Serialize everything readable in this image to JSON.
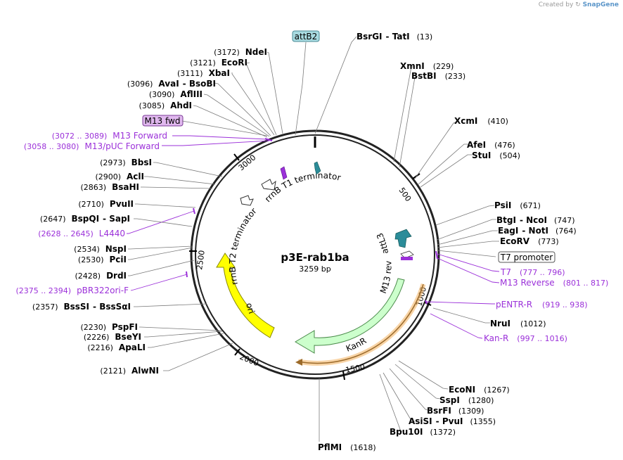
{
  "credit": {
    "prefix": "Created by",
    "brand": "SnapGene"
  },
  "plasmid": {
    "name": "p3E-rab1ba",
    "length_label": "3259 bp"
  },
  "ticks": [
    "500",
    "1000",
    "1500",
    "2000",
    "2500",
    "3000"
  ],
  "sites": [
    {
      "id": "bsrgi",
      "name": "BsrGI",
      "name2": "TatI",
      "pos": "(13)",
      "side": "right"
    },
    {
      "id": "xmni",
      "name": "XmnI",
      "pos": "(229)",
      "side": "right"
    },
    {
      "id": "bstbi",
      "name": "BstBI",
      "pos": "(233)",
      "side": "right"
    },
    {
      "id": "xcmi",
      "name": "XcmI",
      "pos": "(410)",
      "side": "right"
    },
    {
      "id": "afei",
      "name": "AfeI",
      "pos": "(476)",
      "side": "right"
    },
    {
      "id": "stui",
      "name": "StuI",
      "pos": "(504)",
      "side": "right"
    },
    {
      "id": "psii",
      "name": "PsiI",
      "pos": "(671)",
      "side": "right"
    },
    {
      "id": "btgi",
      "name": "BtgI",
      "name2": "NcoI",
      "pos": "(747)",
      "side": "right"
    },
    {
      "id": "eagi",
      "name": "EagI",
      "name2": "NotI",
      "pos": "(764)",
      "side": "right"
    },
    {
      "id": "ecorv",
      "name": "EcoRV",
      "pos": "(773)",
      "side": "right"
    },
    {
      "id": "nrui",
      "name": "NruI",
      "pos": "(1012)",
      "side": "right"
    },
    {
      "id": "econi",
      "name": "EcoNI",
      "pos": "(1267)",
      "side": "right"
    },
    {
      "id": "sspi",
      "name": "SspI",
      "pos": "(1280)",
      "side": "right"
    },
    {
      "id": "bsrfi",
      "name": "BsrFI",
      "pos": "(1309)",
      "side": "right"
    },
    {
      "id": "asisi",
      "name": "AsiSI",
      "name2": "PvuI",
      "pos": "(1355)",
      "side": "right"
    },
    {
      "id": "bpu10i",
      "name": "Bpu10I",
      "pos": "(1372)",
      "side": "right"
    },
    {
      "id": "pflmi",
      "name": "PflMI",
      "pos": "(1618)",
      "side": "right"
    },
    {
      "id": "alwni",
      "name": "AlwNI",
      "pos": "(2121)",
      "side": "left"
    },
    {
      "id": "apali",
      "name": "ApaLI",
      "pos": "(2216)",
      "side": "left"
    },
    {
      "id": "bseyi",
      "name": "BseYI",
      "pos": "(2226)",
      "side": "left"
    },
    {
      "id": "pspfi",
      "name": "PspFI",
      "pos": "(2230)",
      "side": "left"
    },
    {
      "id": "bsssi",
      "name": "BssSI",
      "name2": "BssSαI",
      "pos": "(2357)",
      "side": "left"
    },
    {
      "id": "drdi",
      "name": "DrdI",
      "pos": "(2428)",
      "side": "left"
    },
    {
      "id": "pcii",
      "name": "PciI",
      "pos": "(2530)",
      "side": "left"
    },
    {
      "id": "nspi",
      "name": "NspI",
      "pos": "(2534)",
      "side": "left"
    },
    {
      "id": "bspqi",
      "name": "BspQI",
      "name2": "SapI",
      "pos": "(2647)",
      "side": "left"
    },
    {
      "id": "pvuii",
      "name": "PvuII",
      "pos": "(2710)",
      "side": "left"
    },
    {
      "id": "bsahi",
      "name": "BsaHI",
      "pos": "(2863)",
      "side": "left"
    },
    {
      "id": "acli",
      "name": "AclI",
      "pos": "(2900)",
      "side": "left"
    },
    {
      "id": "bbsi",
      "name": "BbsI",
      "pos": "(2973)",
      "side": "left"
    },
    {
      "id": "ahdi",
      "name": "AhdI",
      "pos": "(3085)",
      "side": "left"
    },
    {
      "id": "afliii",
      "name": "AflIII",
      "pos": "(3090)",
      "side": "left"
    },
    {
      "id": "avai",
      "name": "AvaI",
      "name2": "BsoBI",
      "pos": "(3096)",
      "side": "left"
    },
    {
      "id": "xbai",
      "name": "XbaI",
      "pos": "(3111)",
      "side": "left"
    },
    {
      "id": "ecori",
      "name": "EcoRI",
      "pos": "(3121)",
      "side": "left"
    },
    {
      "id": "ndei",
      "name": "NdeI",
      "pos": "(3172)",
      "side": "left"
    }
  ],
  "primers": [
    {
      "id": "t7",
      "name": "T7",
      "range": "(777 .. 796)",
      "side": "right"
    },
    {
      "id": "m13rev",
      "name": "M13 Reverse",
      "range": "(801 .. 817)",
      "side": "right"
    },
    {
      "id": "pentr",
      "name": "pENTR-R",
      "range": "(919 .. 938)",
      "side": "right"
    },
    {
      "id": "kanr_p",
      "name": "Kan-R",
      "range": "(997 .. 1016)",
      "side": "right"
    },
    {
      "id": "pbr",
      "name": "pBR322ori-F",
      "range": "(2375 .. 2394)",
      "side": "left"
    },
    {
      "id": "l4440",
      "name": "L4440",
      "range": "(2628 .. 2645)",
      "side": "left"
    },
    {
      "id": "m13puc",
      "name": "M13/pUC Forward",
      "range": "(3058 .. 3080)",
      "side": "left"
    },
    {
      "id": "m13fwd",
      "name": "M13 Forward",
      "range": "(3072 .. 3089)",
      "side": "left"
    }
  ],
  "boxed_labels": {
    "attb2": "attB2",
    "t7promoter": "T7 promoter",
    "m13fwd": "M13 fwd"
  },
  "features": {
    "kanr": "KanR",
    "ori": "ori",
    "rrnb_t1": "rrnB T1 terminator",
    "rrnb_t2": "rrnB T2 terminator",
    "attl3": "attL3",
    "m13rev": "M13 rev"
  },
  "colors": {
    "kanr": "#ccffcc",
    "ori": "#ffff00",
    "attl3": "#2b8c99",
    "attb2_box": "#a8dae0",
    "m13fwd_box": "#e0b8ee",
    "primer": "#9b30d9"
  }
}
